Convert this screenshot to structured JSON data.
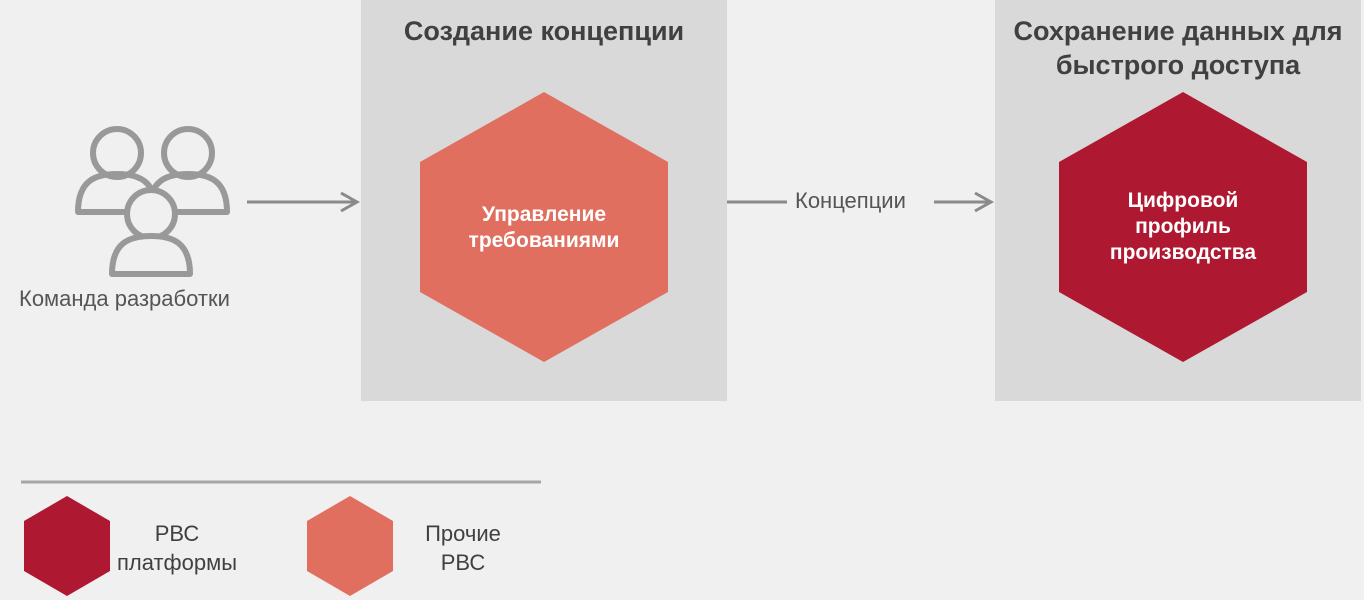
{
  "team": {
    "label": "Команда разработки"
  },
  "panels": [
    {
      "title": "Создание концепции",
      "hex_label": "Управление требованиями"
    },
    {
      "title": "Сохранение данных для быстрого доступа",
      "hex_label": "Цифровой профиль производства"
    }
  ],
  "connector": {
    "label": "Концепции"
  },
  "legend": [
    {
      "label": "РВС платформы",
      "color": "#ae1830"
    },
    {
      "label": "Прочие РВС",
      "color": "#e06f60"
    }
  ],
  "colors": {
    "platform_hex": "#ae1830",
    "other_hex": "#e06f60",
    "panel_bg": "#d9d9d9",
    "arrow": "#8a8a8a",
    "icon": "#999999"
  },
  "icons": [
    "team-icon"
  ]
}
